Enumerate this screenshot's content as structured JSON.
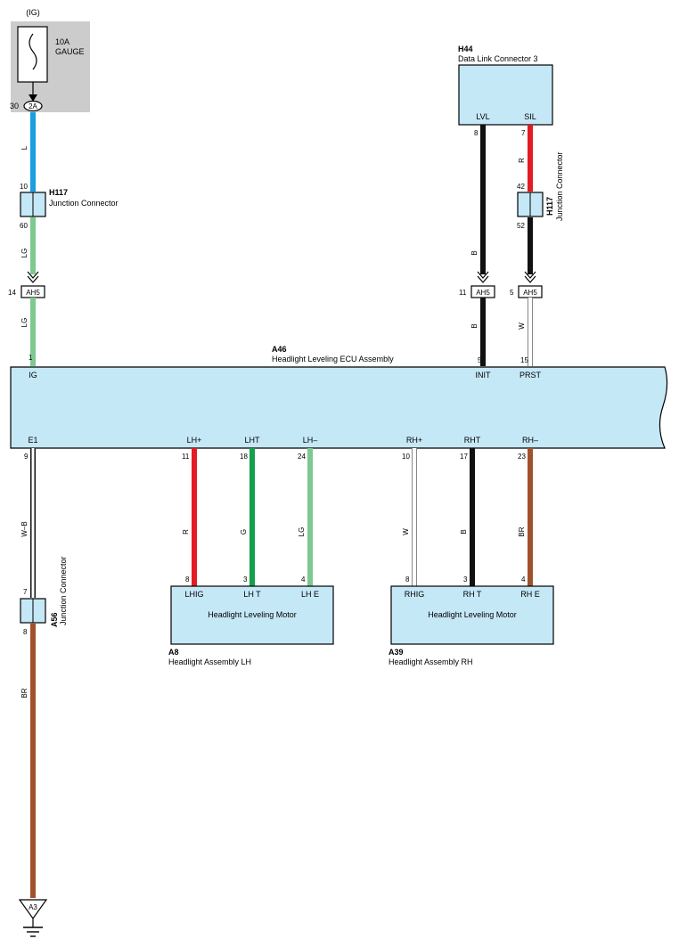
{
  "power": {
    "supply": "(IG)",
    "fuse_rating": "10A",
    "fuse_name": "GAUGE",
    "pin": "30",
    "connector": "2A"
  },
  "h117a": {
    "code": "H117",
    "name": "Junction Connector",
    "pin_in": "10",
    "pin_out": "60"
  },
  "h44": {
    "code": "H44",
    "name": "Data Link Connector 3",
    "term_lvl": "LVL",
    "term_sil": "SIL",
    "pin_lvl": "8",
    "pin_sil": "7"
  },
  "h117b": {
    "code": "H117",
    "name": "Junction Connector",
    "pin_in": "42",
    "pin_out": "52"
  },
  "ah5": {
    "label": "AH5",
    "pin_ig": "14",
    "pin_init": "11",
    "pin_prst": "5"
  },
  "ecu": {
    "code": "A46",
    "name": "Headlight Leveling ECU Assembly",
    "top_pins": {
      "ig": "1",
      "init": "5",
      "prst": "15"
    },
    "top_terms": {
      "ig": "IG",
      "init": "INIT",
      "prst": "PRST"
    },
    "bottom_terms": {
      "e1": "E1",
      "lhp": "LH+",
      "lht": "LHT",
      "lhm": "LH–",
      "rhp": "RH+",
      "rht": "RHT",
      "rhm": "RH–"
    },
    "bottom_pins": {
      "e1": "9",
      "lhp": "11",
      "lht": "18",
      "lhm": "24",
      "rhp": "10",
      "rht": "17",
      "rhm": "23"
    }
  },
  "wire_colors": {
    "w_l": "L",
    "w_lg1": "LG",
    "w_lg2": "LG",
    "w_r1": "R",
    "w_b1": "B",
    "w_b2": "B",
    "w_w1": "W",
    "w_wb": "W–B",
    "w_br": "BR",
    "w_r2": "R",
    "w_g": "G",
    "w_lg3": "LG",
    "w_w2": "W",
    "w_b3": "B",
    "w_br2": "BR"
  },
  "a56": {
    "code": "A56",
    "name": "Junction Connector",
    "pin_in": "7",
    "pin_out": "8"
  },
  "a8": {
    "code": "A8",
    "name": "Headlight Assembly LH",
    "motor": "Headlight Leveling Motor",
    "terms": {
      "a": "LHIG",
      "b": "LH T",
      "c": "LH E"
    },
    "pins": {
      "a": "8",
      "b": "3",
      "c": "4"
    }
  },
  "a39": {
    "code": "A39",
    "name": "Headlight Assembly RH",
    "motor": "Headlight Leveling Motor",
    "terms": {
      "a": "RHIG",
      "b": "RH T",
      "c": "RH E"
    },
    "pins": {
      "a": "8",
      "b": "3",
      "c": "4"
    }
  },
  "ground": {
    "label": "A3"
  },
  "colors": {
    "blue": "#1a9fe0",
    "light_green": "#7dc98f",
    "green": "#14a04a",
    "red": "#e31b23",
    "black": "#111111",
    "brown": "#a0522d",
    "component_fill": "#c5e8f7",
    "fuse_panel": "#cccccc"
  }
}
